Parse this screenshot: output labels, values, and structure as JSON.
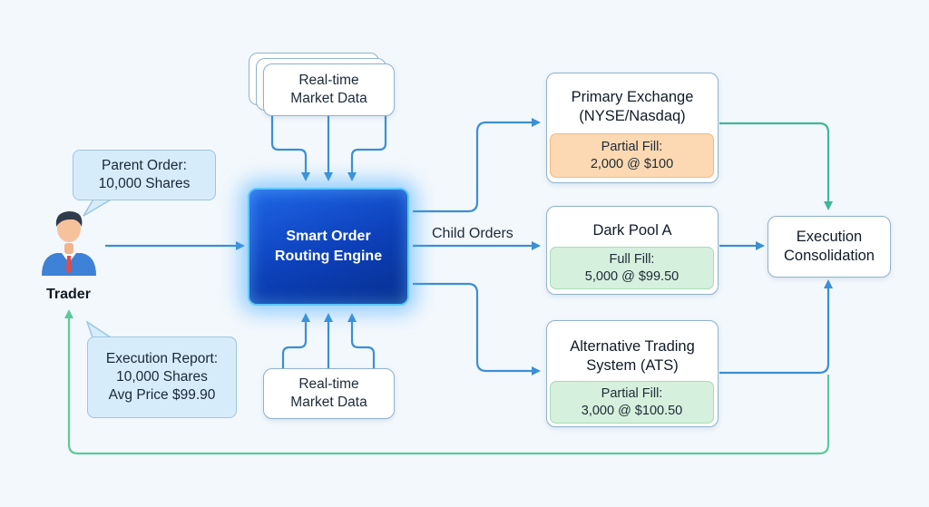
{
  "market_data_top": {
    "lines": [
      "Real-time",
      "Market Data"
    ]
  },
  "market_data_bottom": {
    "lines": [
      "Real-time",
      "Market Data"
    ]
  },
  "parent_order": {
    "lines": [
      "Parent Order:",
      "10,000 Shares"
    ]
  },
  "trader": {
    "label": "Trader"
  },
  "execution_report": {
    "lines": [
      "Execution Report:",
      "10,000 Shares",
      "Avg Price $99.90"
    ]
  },
  "engine": {
    "lines": [
      "Smart Order",
      "Routing Engine"
    ]
  },
  "child_orders_label": "Child Orders",
  "venues": {
    "primary": {
      "title": [
        "Primary Exchange",
        "(NYSE/Nasdaq)"
      ],
      "fill": [
        "Partial Fill:",
        "2,000 @ $100"
      ]
    },
    "dark_pool": {
      "title": [
        "Dark Pool A"
      ],
      "fill": [
        "Full Fill:",
        "5,000 @ $99.50"
      ]
    },
    "ats": {
      "title": [
        "Alternative Trading",
        "System (ATS)"
      ],
      "fill": [
        "Partial Fill:",
        "3,000 @ $100.50"
      ]
    }
  },
  "consolidation": {
    "lines": [
      "Execution",
      "Consolidation"
    ]
  },
  "colors": {
    "blue_arrow": "#3b8fd4",
    "teal_arrow": "#3fbf9f",
    "green_arrow": "#5cc99a",
    "engine_glow": "#40aaff",
    "partial_fill_orange": "#fcd9b2",
    "fill_green": "#d5f0dc"
  }
}
